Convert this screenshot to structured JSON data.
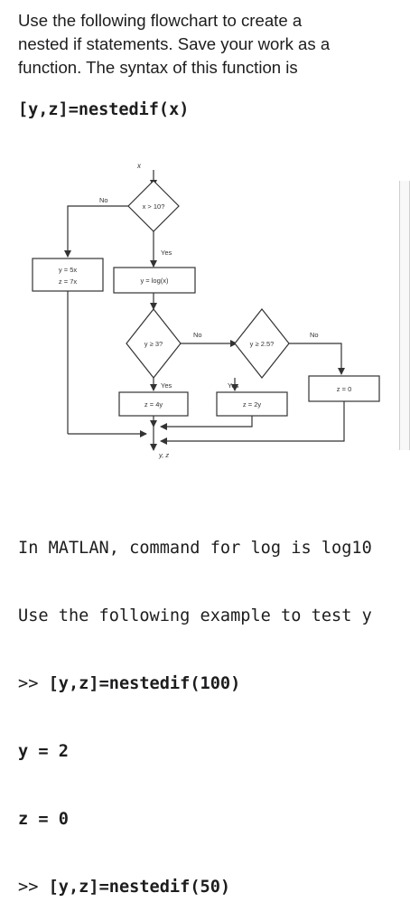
{
  "question": {
    "intro_line1": "Use the following flowchart to create a",
    "intro_line2": "nested if statements. Save your work as a",
    "intro_line3": "function. The syntax of this function is",
    "syntax": "[y,z]=nestedif(x)"
  },
  "flowchart": {
    "input_label": "x",
    "decision1": "x > 10?",
    "decision1_no": "No",
    "decision1_yes": "Yes",
    "box_left_line1": "y = 5x",
    "box_left_line2": "z = 7x",
    "box_log": "y = log(x)",
    "decision2": "y ≥ 3?",
    "decision2_no": "No",
    "decision2_yes": "Yes",
    "decision3": "y ≥ 2.5?",
    "decision3_no": "No",
    "decision3_yes": "Yes",
    "box_z4y": "z = 4y",
    "box_z2y": "z = 2y",
    "box_z0": "z = 0",
    "output_label": "y, z"
  },
  "code": {
    "line1": "In MATLAN, command for log is log10",
    "line2": "Use the following example to test y",
    "line3_prompt": ">> ",
    "line3_cmd": "[y,z]=nestedif(100)",
    "line4": "y = 2",
    "line5": "z = 0",
    "line6_prompt": ">> ",
    "line6_cmd": "[y,z]=nestedif(50)"
  }
}
